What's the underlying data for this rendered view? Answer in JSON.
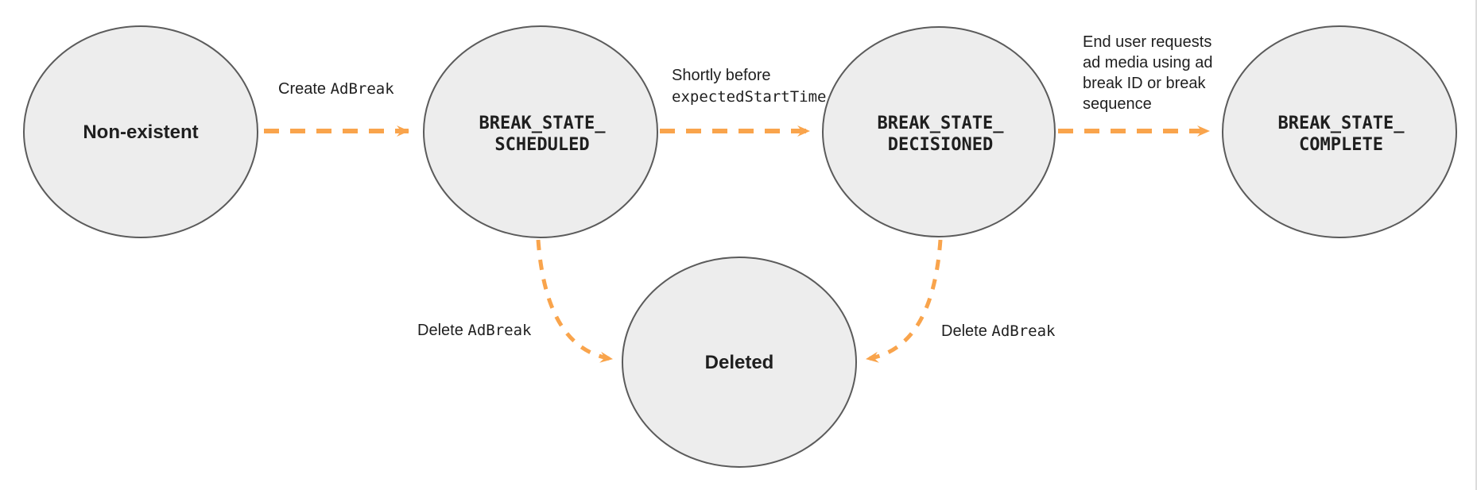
{
  "colors": {
    "arrow": "#F9A44C",
    "node_fill": "#EDEDED",
    "node_stroke": "#5B5B5B",
    "text": "#1F1F1F"
  },
  "states": {
    "non_existent": {
      "label": "Non-existent"
    },
    "scheduled": {
      "line1": "BREAK_STATE_",
      "line2": "SCHEDULED"
    },
    "decisioned": {
      "line1": "BREAK_STATE_",
      "line2": "DECISIONED"
    },
    "complete": {
      "line1": "BREAK_STATE_",
      "line2": "COMPLETE"
    },
    "deleted": {
      "label": "Deleted"
    }
  },
  "edges": {
    "create": {
      "plain": "Create ",
      "code": "AdBreak"
    },
    "decision": {
      "plain": "Shortly before",
      "code": "expectedStartTime"
    },
    "complete_request": {
      "text": "End user requests\nad media using ad\nbreak ID or break\nsequence"
    },
    "delete_from_scheduled": {
      "plain": "Delete ",
      "code": "AdBreak"
    },
    "delete_from_decisioned": {
      "plain": "Delete ",
      "code": "AdBreak"
    }
  }
}
